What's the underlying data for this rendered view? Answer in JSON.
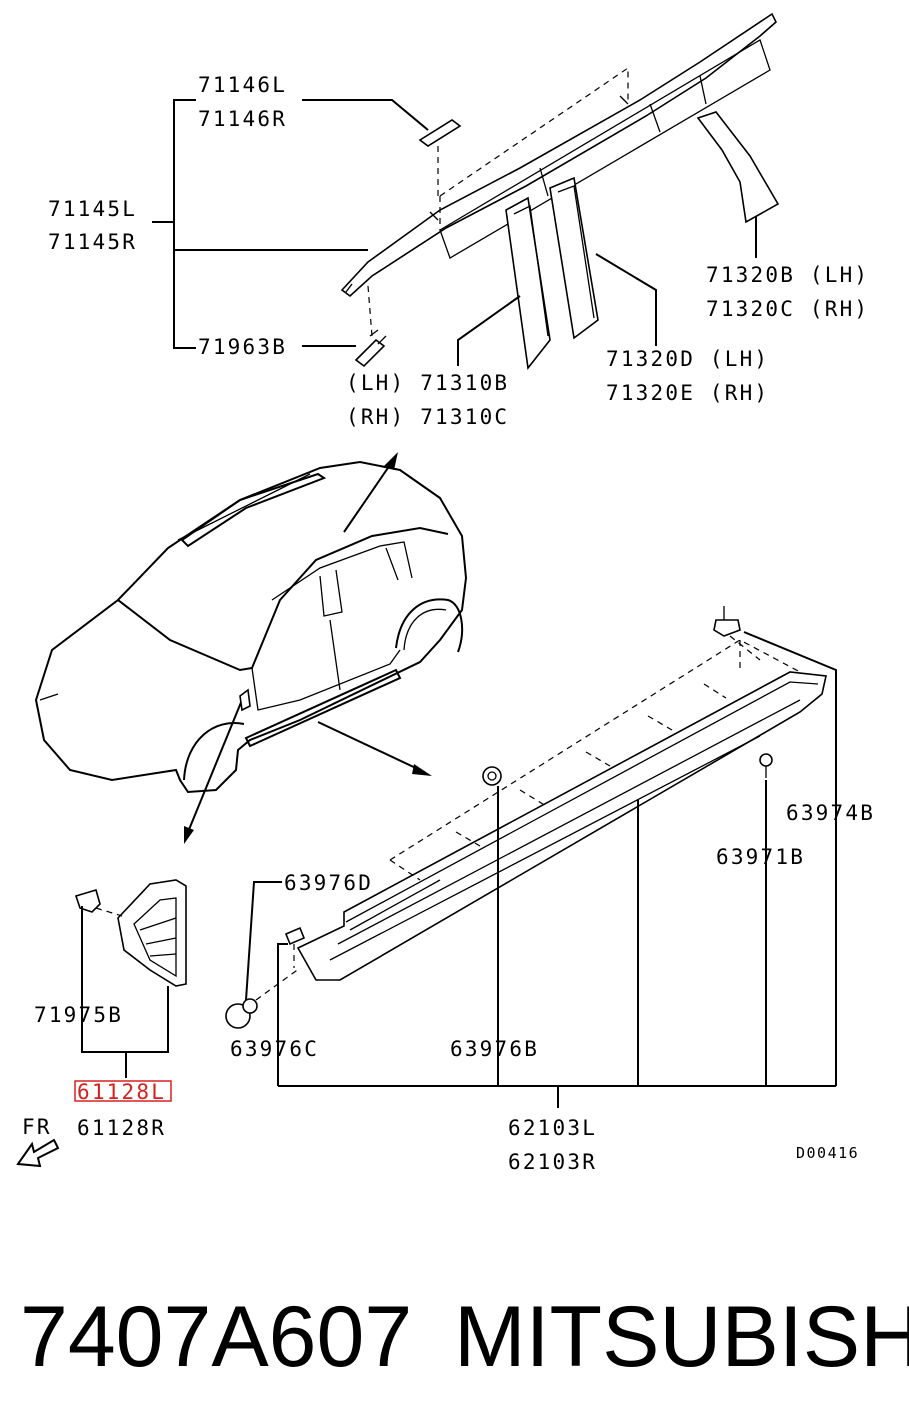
{
  "labels": {
    "p71146L": "71146L",
    "p71146R": "71146R",
    "p71145L": "71145L",
    "p71145R": "71145R",
    "p71963B": "71963B",
    "p71310B": "(LH) 71310B",
    "p71310C": "(RH) 71310C",
    "p71320B": "71320B (LH)",
    "p71320C": "71320C (RH)",
    "p71320D": "71320D (LH)",
    "p71320E": "71320E (RH)",
    "p63976D": "63976D",
    "p63974B": "63974B",
    "p63971B": "63971B",
    "p71975B": "71975B",
    "p63976C": "63976C",
    "p63976B": "63976B",
    "p61128L": "61128L",
    "p61128R": "61128R",
    "p62103L": "62103L",
    "p62103R": "62103R",
    "fr": "FR",
    "code": "D00416"
  },
  "highlight_color": "#d62020",
  "footer": {
    "part_number": "7407A607",
    "brand": "MITSUBISHI"
  }
}
